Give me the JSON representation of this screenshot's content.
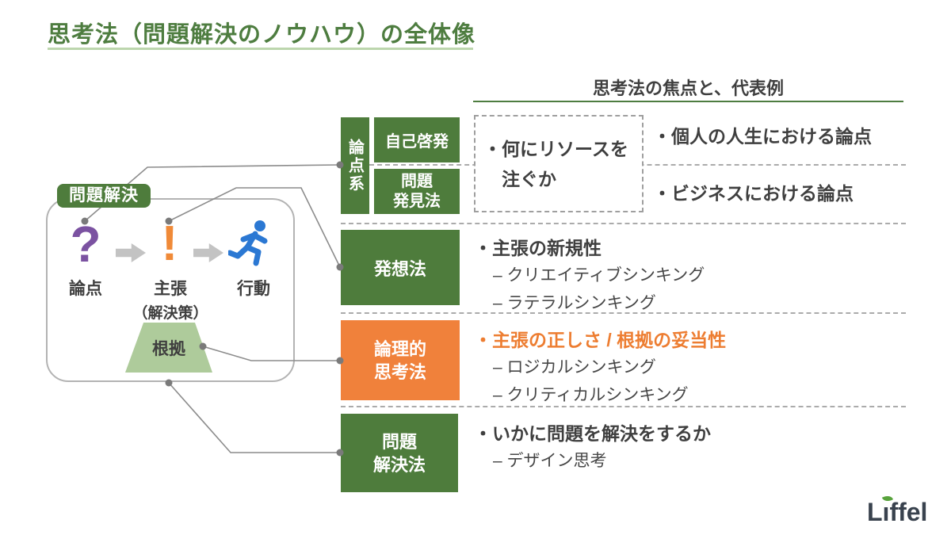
{
  "title": "思考法（問題解決のノウハウ）の全体像",
  "header": {
    "label": "思考法の焦点と、代表例"
  },
  "diagram": {
    "badge": "問題解決",
    "question_mark": "?",
    "exclamation_mark": "!",
    "steps": [
      {
        "label": "論点"
      },
      {
        "label": "主張",
        "sublabel": "（解決策）"
      },
      {
        "label": "行動"
      }
    ],
    "evidence_label": "根拠",
    "icons": [
      "question-icon",
      "exclamation-icon",
      "runner-icon",
      "arrow-right-icon"
    ]
  },
  "sections": [
    {
      "group_label": "論点系",
      "boxes": [
        "自己啓発",
        "問題\n発見法"
      ],
      "focus": "・何にリソースを\n　注ぐか",
      "bullets": [
        "・個人の人生における論点",
        "・ビジネスにおける論点"
      ]
    },
    {
      "box": "発想法",
      "focus": "・主張の新規性",
      "examples": [
        "– クリエイティブシンキング",
        "– ラテラルシンキング"
      ]
    },
    {
      "box": "論理的\n思考法",
      "focus": "・主張の正しさ / 根拠の妥当性",
      "examples": [
        "– ロジカルシンキング",
        "– クリティカルシンキング"
      ]
    },
    {
      "box": "問題\n解決法",
      "focus": "・いかに問題を解決をするか",
      "examples": [
        "– デザイン思考"
      ]
    }
  ],
  "logo": {
    "parts": [
      "L",
      "ı",
      "ffel"
    ]
  },
  "colors": {
    "brand_green": "#4e7c3c",
    "light_green": "#aecb9b",
    "title_green": "#4e7d40",
    "accent_orange": "#f0813b",
    "orange_text": "#ed7d31",
    "purple": "#7b52a1",
    "blue": "#2b78d3",
    "gray_arrow": "#c3c3c3",
    "text_dark": "#3f3f3f",
    "connector_gray": "#8c8c8c",
    "logo_leaf_green": "#58a33c"
  }
}
